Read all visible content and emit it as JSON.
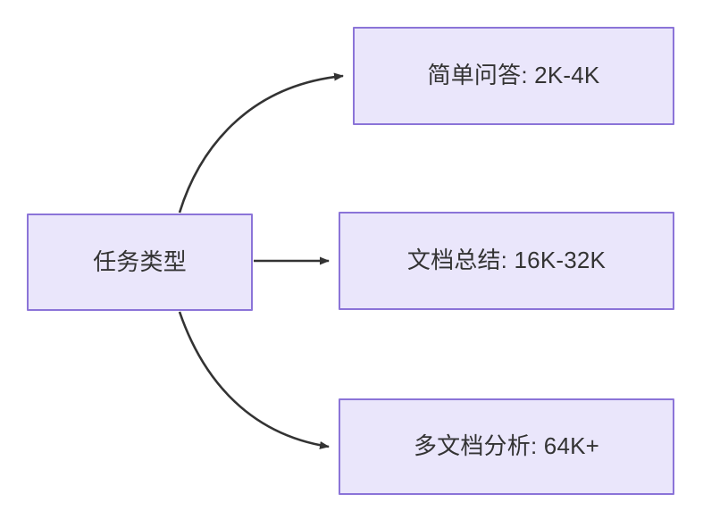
{
  "diagram": {
    "type": "flowchart",
    "direction": "left-to-right",
    "background_color": "#ffffff",
    "node_fill_color": "#eae6fb",
    "node_border_color": "#8b74d8",
    "node_text_color": "#333333",
    "edge_color": "#333333",
    "nodes": [
      {
        "id": "source",
        "label": "任务类型"
      },
      {
        "id": "target-1",
        "label": "简单问答: 2K-4K"
      },
      {
        "id": "target-2",
        "label": "文档总结: 16K-32K"
      },
      {
        "id": "target-3",
        "label": "多文档分析: 64K+"
      }
    ],
    "edges": [
      {
        "id": "edge-1",
        "from": "source",
        "to": "target-1",
        "label": "",
        "style": "curved-arrow"
      },
      {
        "id": "edge-2",
        "from": "source",
        "to": "target-2",
        "label": "",
        "style": "straight-arrow"
      },
      {
        "id": "edge-3",
        "from": "source",
        "to": "target-3",
        "label": "",
        "style": "curved-arrow"
      }
    ]
  }
}
